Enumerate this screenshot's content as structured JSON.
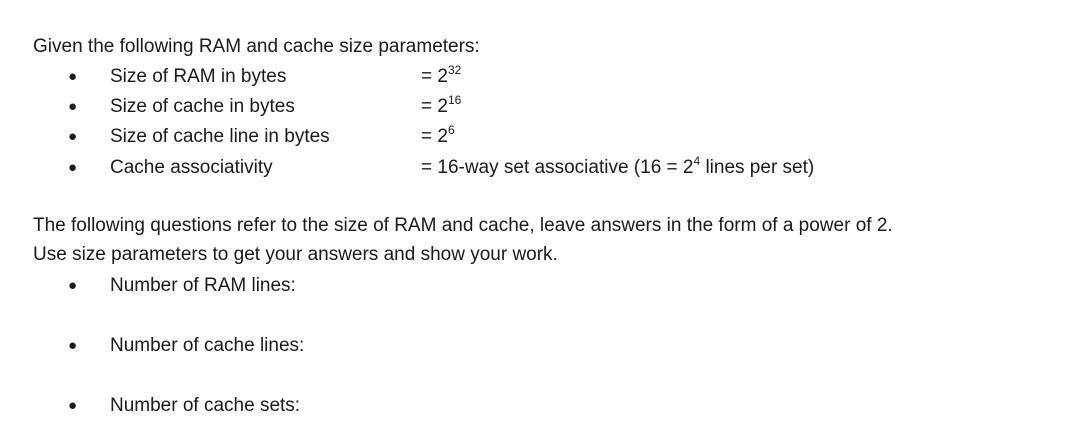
{
  "intro": "Given the following RAM and cache size parameters:",
  "parameters": [
    {
      "label": "Size of RAM in bytes",
      "prefix": "= 2",
      "exp": "32",
      "suffix": ""
    },
    {
      "label": "Size of cache in bytes",
      "prefix": "= 2",
      "exp": "16",
      "suffix": ""
    },
    {
      "label": "Size of cache line in bytes",
      "prefix": "= 2",
      "exp": "6",
      "suffix": ""
    },
    {
      "label": "Cache associativity",
      "prefix": "= 16-way set associative (16 = 2",
      "exp": "4",
      "suffix": " lines per set)"
    }
  ],
  "instructions": [
    "The following questions refer to the size of RAM and cache, leave answers in the form of a power of 2.",
    "Use size parameters to get your answers and show your work."
  ],
  "bullet_glyph": "●",
  "questions": [
    "Number of RAM lines:",
    "Number of cache lines:",
    "Number of cache sets:"
  ]
}
